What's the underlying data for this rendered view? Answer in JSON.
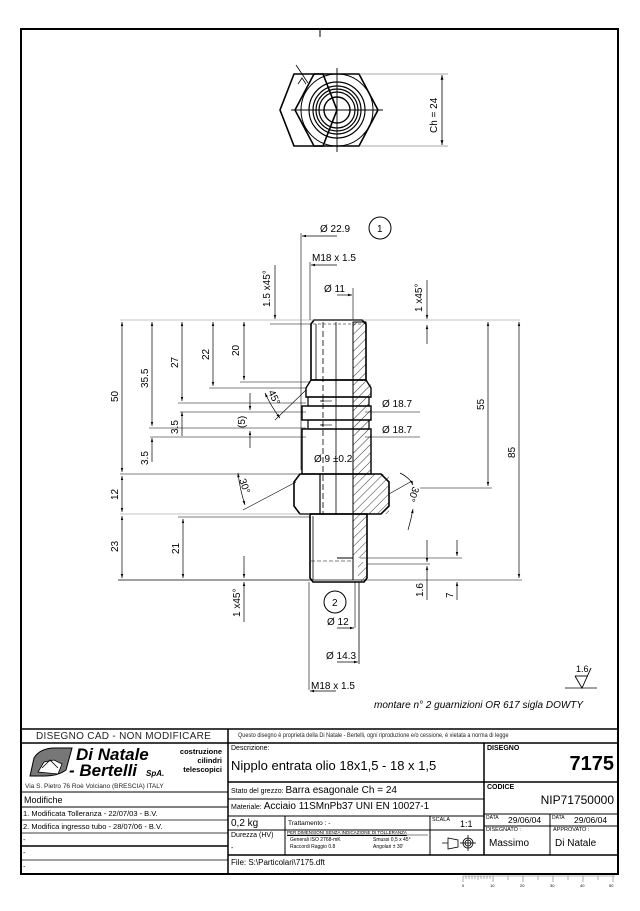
{
  "drawing": {
    "top_view": {
      "hex_label": "Ch = 24"
    },
    "balloons": [
      "1",
      "2"
    ],
    "dimensions": {
      "dia_22_9": "Ø 22.9",
      "thread_top": "M18 x 1.5",
      "dia_11": "Ø 11",
      "chamfer_top_left": "1.5 x45°",
      "chamfer_top_right": "1 x45°",
      "len_50": "50",
      "len_35_5": "35.5",
      "len_27": "27",
      "len_22": "22",
      "len_20": "20",
      "angle_45": "45°",
      "len_5": "(5)",
      "len_3_5_a": "3.5",
      "len_3_5_b": "3.5",
      "dia_18_7_a": "Ø 18.7",
      "dia_18_7_b": "Ø 18.7",
      "len_55": "55",
      "len_85": "85",
      "dia_9": "Ø 9 ±0.2",
      "angle_30_left": "30°",
      "angle_30_right": "30°",
      "len_12": "12",
      "len_23": "23",
      "len_21": "21",
      "len_1_6": "1.6",
      "len_7": "7",
      "chamfer_bottom": "1 x45°",
      "dia_12": "Ø 12",
      "dia_14_3": "Ø 14.3",
      "thread_bottom": "M18 x 1.5"
    },
    "roughness": "1.6",
    "note": "montare n° 2 guarnizioni OR 617 sigla DOWTY"
  },
  "title_block": {
    "cad_notice": "DISEGNO CAD - NON MODIFICARE",
    "property_notice": "Questo disegno è proprietà della Di Natale - Bertelli, ogni riproduzione e/o cessione, è vietata a norma di legge",
    "company": {
      "name_line1": "Di Natale",
      "name_line2": "- Bertelli",
      "suffix": "SpA.",
      "tagline": [
        "costruzione",
        "cilindri",
        "telescopici"
      ],
      "address": "Via S. Pietro 76   Roè Volciano  (BRESCIA)   ITALY"
    },
    "modifiche": {
      "header": "Modifiche",
      "items": [
        "1. Modificata Tolleranza - 22/07/03 - B.V.",
        "2. Modifica ingresso tubo - 28/07/06 - B.V.",
        "-",
        "-",
        "-"
      ]
    },
    "descrizione": {
      "label": "Descrizione:",
      "value": "Nipplo entrata olio 18x1,5 - 18 x 1,5"
    },
    "stato_grezzo": {
      "label": "Stato del grezzo:",
      "value": "Barra esagonale Ch = 24"
    },
    "materiale": {
      "label": "Materiale:",
      "value": "Acciaio 11SMnPb37  UNI EN 10027-1"
    },
    "peso": "0,2 kg",
    "trattamento": "Trattamento : -",
    "durezza": {
      "label": "Durezza (HV)",
      "value": "-"
    },
    "tolleranze": {
      "header": "PER DIMENSIONI SENZA INDICAZIONE DI TOLLERANZA",
      "generali": "Generali  ISO 2768-mK",
      "raccordi": "Raccordi Raggio 0.8",
      "smussi": "Smussi 0,5 x 45°",
      "angolari": "Angolari ± 30'"
    },
    "scala": {
      "label": "SCALA",
      "value": "1:1"
    },
    "file": "File: S:\\Particolari\\7175.dft",
    "disegno": {
      "label": "DISEGNO",
      "value": "7175"
    },
    "codice": {
      "label": "CODICE",
      "value": "NIP71750000"
    },
    "data_disegnato": {
      "label": "DATA",
      "value": "29/06/04"
    },
    "data_approvato": {
      "label": "DATA",
      "value": "29/06/04"
    },
    "disegnato": {
      "label": "DISEGNATO :",
      "value": "Massimo"
    },
    "approvato": {
      "label": "APPROVATO :",
      "value": "Di Natale"
    }
  },
  "scale_ruler": {
    "ticks": [
      "0",
      "10",
      "20",
      "30",
      "40",
      "50"
    ]
  }
}
